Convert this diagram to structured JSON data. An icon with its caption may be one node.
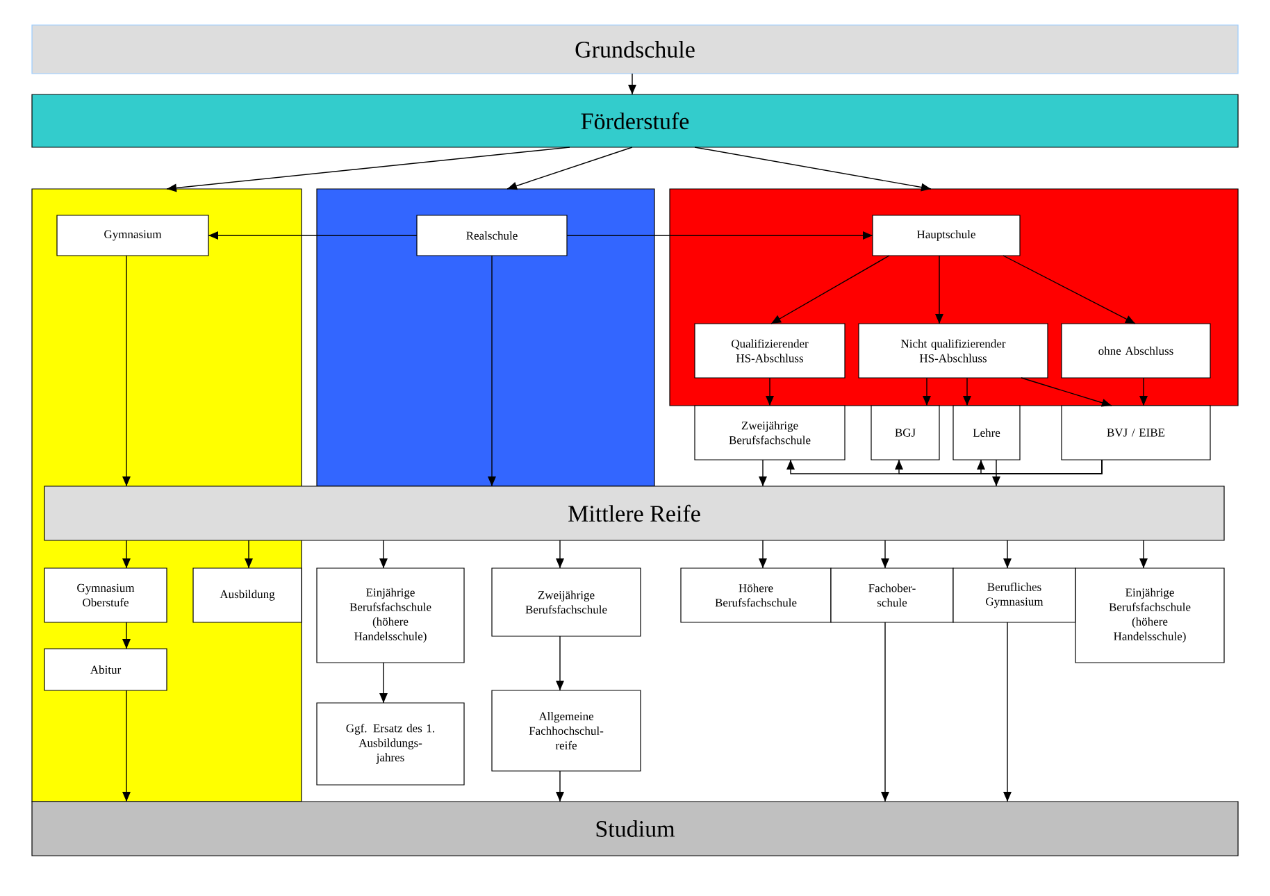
{
  "diagram": {
    "nodes": [
      {
        "text": [
          "Grundschule"
        ]
      },
      {
        "text": [
          "Förderstufe"
        ]
      },
      {
        "text": [],
        "shape": "box"
      },
      {
        "text": [
          "Gymnasium"
        ],
        "in": 2
      },
      {
        "text": [],
        "shape": "box"
      },
      {
        "text": [
          "Realschule"
        ],
        "in": 4
      },
      {
        "text": [],
        "shape": "box"
      },
      {
        "text": [
          "Hauptschule"
        ],
        "in": 6
      },
      {
        "text": [
          "Qualifizierender HS-Abschluss"
        ],
        "in": 6
      },
      {
        "text": [
          "Nicht qualifizierender HS-Abschluss"
        ],
        "in": 6
      },
      {
        "text": [
          "ohne Abschluss"
        ],
        "in": 6
      },
      {
        "text": [
          "Zweijährige Berufsfachschule"
        ]
      },
      {
        "text": [
          "BGJ"
        ]
      },
      {
        "text": [
          "Lehre"
        ]
      },
      {
        "text": [
          "BVJ / EIBE"
        ]
      },
      {
        "text": [
          "Mittlere Reife"
        ]
      },
      {
        "text": [
          "Gymnasium Oberstufe"
        ],
        "in": 2
      },
      {
        "text": [
          "Ausbildung"
        ],
        "in": 2
      },
      {
        "text": [
          "Einjährige Berufsfachschule (höhere Handelsschule)"
        ]
      },
      {
        "text": [
          "Zweijährige Berufsfachschule"
        ]
      },
      {
        "text": [
          "Höhere Berufsfachschule"
        ]
      },
      {
        "text": [
          "Fachober- schule"
        ]
      },
      {
        "text": [
          "Berufliches Gymnasium"
        ]
      },
      {
        "text": [
          "Einjährige Berufsfachschule (höhere Handelsschule)"
        ]
      },
      {
        "text": [
          "Abitur"
        ],
        "in": 2
      },
      {
        "text": [
          "Ggf. Ersatz des 1. Ausbildungs- jahres"
        ]
      },
      {
        "text": [
          "Allgemeine Fachhochschul- reife"
        ]
      },
      {
        "text": [
          "Studium"
        ]
      }
    ],
    "edges": [
      {
        "from": 0,
        "to": 1,
        "arrow": "to"
      },
      {
        "from": 1,
        "to": 2,
        "arrow": "to"
      },
      {
        "from": 1,
        "to": 4,
        "arrow": "to"
      },
      {
        "from": 1,
        "to": 6,
        "arrow": "to"
      },
      {
        "from": 5,
        "to": 3,
        "arrow": "to"
      },
      {
        "from": 5,
        "to": 7,
        "arrow": "to"
      },
      {
        "from": 3,
        "to": 15,
        "arrow": "to"
      },
      {
        "from": 5,
        "to": 15,
        "arrow": "to"
      },
      {
        "from": 7,
        "to": 8,
        "arrow": "to"
      },
      {
        "from": 7,
        "to": 9,
        "arrow": "to"
      },
      {
        "from": 7,
        "to": 10,
        "arrow": "to"
      },
      {
        "from": 8,
        "to": 11,
        "arrow": "to"
      },
      {
        "from": 9,
        "to": 12,
        "arrow": "to"
      },
      {
        "from": 9,
        "to": 13,
        "arrow": "to"
      },
      {
        "from": 9,
        "to": 14,
        "arrow": "to"
      },
      {
        "from": 10,
        "to": 14,
        "arrow": "to"
      },
      {
        "from": 11,
        "to": 15,
        "arrow": "to"
      },
      {
        "from": 13,
        "to": 15,
        "arrow": "to"
      },
      {
        "from": 14,
        "to": 11,
        "arrow": "to"
      },
      {
        "from": 14,
        "to": 12,
        "arrow": "to"
      },
      {
        "from": 14,
        "to": 13,
        "arrow": "to"
      },
      {
        "from": 15,
        "to": 16,
        "arrow": "to"
      },
      {
        "from": 15,
        "to": 17,
        "arrow": "to"
      },
      {
        "from": 15,
        "to": 18,
        "arrow": "to"
      },
      {
        "from": 15,
        "to": 19,
        "arrow": "to"
      },
      {
        "from": 15,
        "to": 20,
        "arrow": "to"
      },
      {
        "from": 15,
        "to": 21,
        "arrow": "to"
      },
      {
        "from": 15,
        "to": 22,
        "arrow": "to"
      },
      {
        "from": 15,
        "to": 23,
        "arrow": "to"
      },
      {
        "from": 16,
        "to": 24,
        "arrow": "to"
      },
      {
        "from": 18,
        "to": 25,
        "arrow": "to"
      },
      {
        "from": 19,
        "to": 26,
        "arrow": "to"
      },
      {
        "from": 24,
        "to": 27,
        "arrow": "to"
      },
      {
        "from": 26,
        "to": 27,
        "arrow": "to"
      },
      {
        "from": 21,
        "to": 27,
        "arrow": "to"
      },
      {
        "from": 22,
        "to": 27,
        "arrow": "to"
      }
    ]
  }
}
